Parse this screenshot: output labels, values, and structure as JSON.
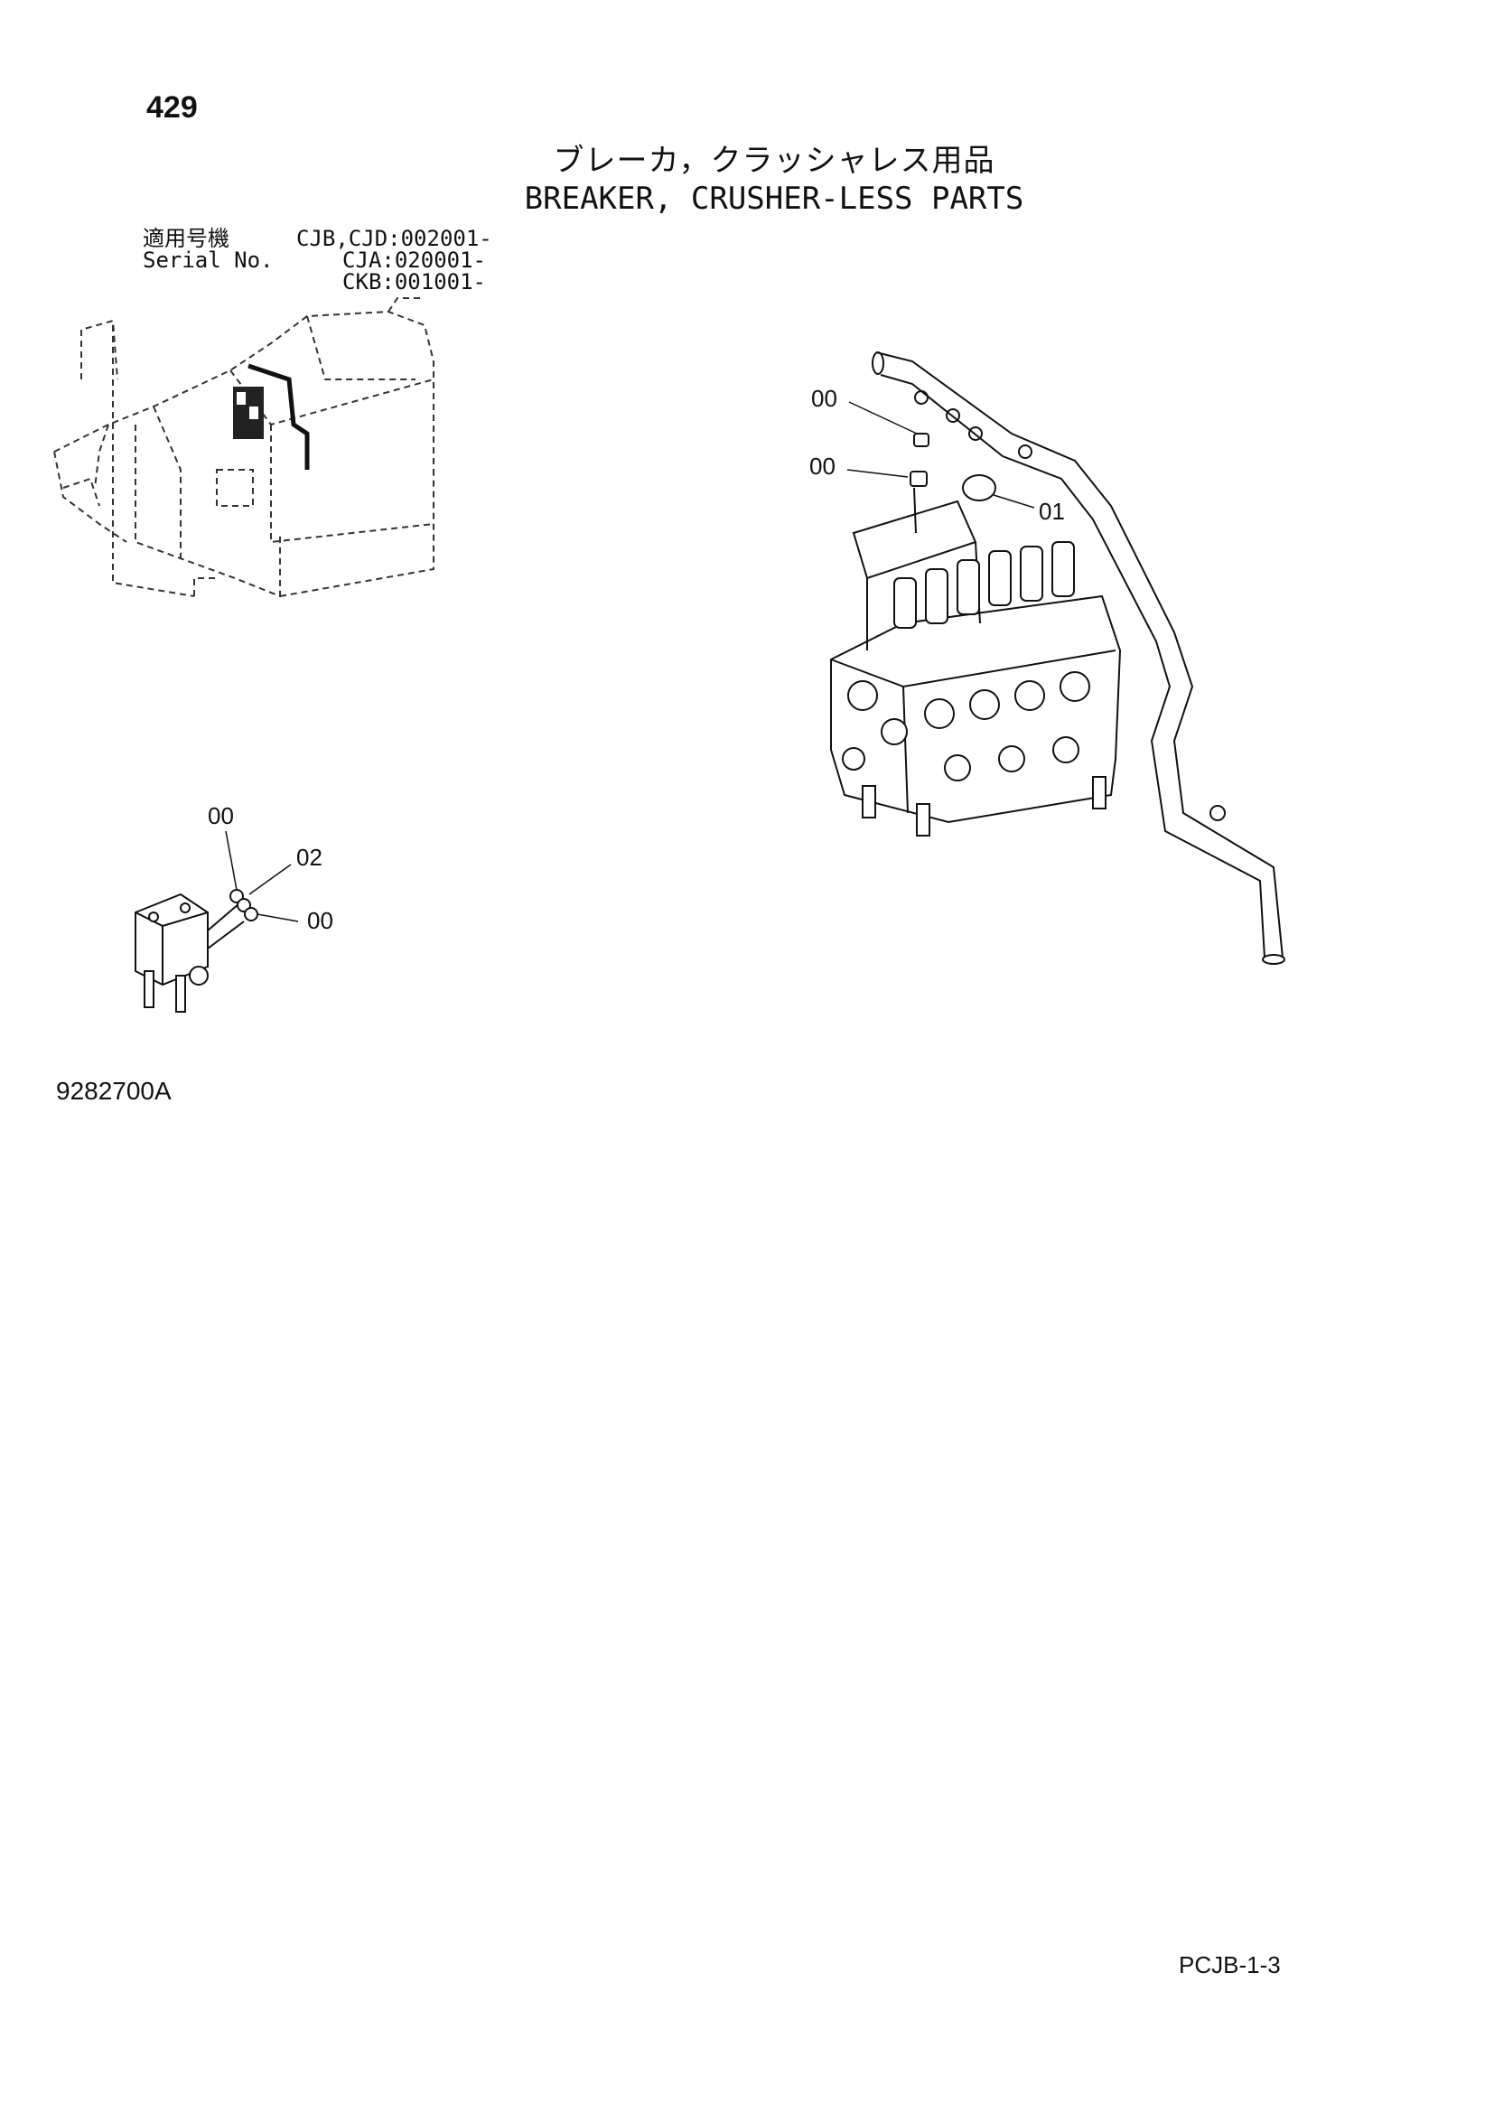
{
  "header": {
    "page_number": "429",
    "title_jp": "ブレーカ，クラッシャレス用品",
    "title_en": "BREAKER, CRUSHER-LESS PARTS"
  },
  "serial": {
    "label_jp": "適用号機",
    "label_en": "Serial No.",
    "row1_value": "CJB,CJD:002001-",
    "row2_value": "CJA:020001-",
    "row3_value": "CKB:001001-"
  },
  "callouts": {
    "main_top": "00",
    "main_mid": "00",
    "main_right": "01",
    "small_top": "00",
    "small_right": "02",
    "small_bottom": "00"
  },
  "footer": {
    "drawing_code": "9282700A",
    "page_code": "PCJB-1-3"
  }
}
